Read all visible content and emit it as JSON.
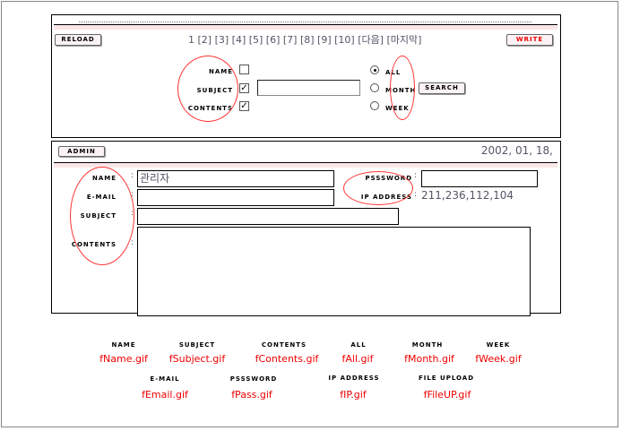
{
  "list_panel": {
    "reload": "RELOAD",
    "write": "WRITE",
    "pages": "1 [2] [3] [4] [5] [6] [7] [8] [9] [10] [다음] [마지막]",
    "search": {
      "name_label": "NAME",
      "subject_label": "SUBJECT",
      "contents_label": "CONTENTS",
      "name_checked": false,
      "subject_checked": true,
      "contents_checked": true,
      "query": "",
      "all_label": "ALL",
      "month_label": "MONTH",
      "week_label": "WEEK",
      "selected": "ALL",
      "search_button": "SEARCH"
    }
  },
  "form_panel": {
    "admin": "ADMIN",
    "date": "2002, 01, 18,",
    "name_label": "NAME",
    "name_value": "관리자",
    "email_label": "E-MAIL",
    "email_value": "",
    "subject_label": "SUBJECT",
    "subject_value": "",
    "contents_label": "CONTENTS",
    "contents_value": "",
    "password_label": "PSSSWORD",
    "password_value": "",
    "ip_label": "IP ADDRESS",
    "ip_value": "211,236,112,104",
    "colon": ":"
  },
  "legend": [
    {
      "label": "NAME",
      "file": "fName.gif"
    },
    {
      "label": "SUBJECT",
      "file": "fSubject.gif"
    },
    {
      "label": "CONTENTS",
      "file": "fContents.gif"
    },
    {
      "label": "ALL",
      "file": "fAll.gif"
    },
    {
      "label": "MONTH",
      "file": "fMonth.gif"
    },
    {
      "label": "WEEK",
      "file": "fWeek.gif"
    },
    {
      "label": "E-MAIL",
      "file": "fEmail.gif"
    },
    {
      "label": "PSSSWORD",
      "file": "fPass.gif"
    },
    {
      "label": "IP ADDRESS",
      "file": "fIP.gif"
    },
    {
      "label": "FILE UPLOAD",
      "file": "fFileUP.gif"
    }
  ]
}
